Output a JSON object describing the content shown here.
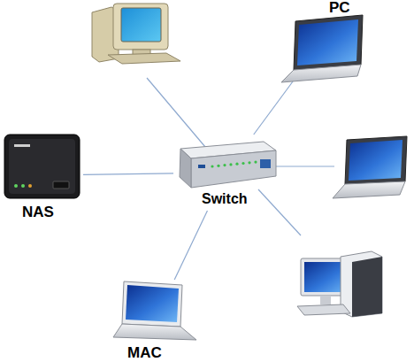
{
  "diagram": {
    "nodes": [
      {
        "text": [
          "PC"
        ]
      },
      {
        "text": [
          "NAS"
        ]
      },
      {
        "text": [
          "Switch"
        ]
      },
      {
        "text": [
          "MAC"
        ]
      }
    ],
    "edges": [
      {
        "from": 2,
        "to": 0,
        "arrow": "none"
      },
      {
        "from": 2,
        "to": 1,
        "arrow": "none"
      },
      {
        "from": 2,
        "to": 3,
        "arrow": "none"
      }
    ]
  }
}
